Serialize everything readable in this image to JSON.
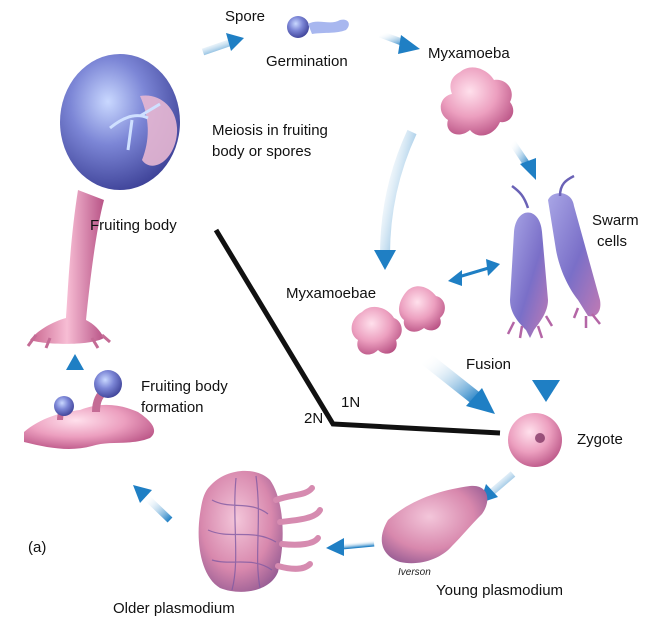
{
  "diagram": {
    "labels": {
      "spore": "Spore",
      "germination": "Germination",
      "myxamoeba": "Myxamoeba",
      "meiosis_line1": "Meiosis in fruiting",
      "meiosis_line2": "body or spores",
      "fruiting_body": "Fruiting body",
      "swarm_line1": "Swarm",
      "swarm_line2": "cells",
      "myxamoebae": "Myxamoebae",
      "fusion": "Fusion",
      "one_n": "1N",
      "two_n": "2N",
      "zygote": "Zygote",
      "fruiting_formation_line1": "Fruiting body",
      "fruiting_formation_line2": "formation",
      "panel_letter": "(a)",
      "young_plasmodium": "Young plasmodium",
      "older_plasmodium": "Older plasmodium"
    },
    "artist_signature": "Iverson",
    "colors": {
      "arrow": "#1f7fc4",
      "cell_blue": "#6f74c4",
      "cell_pink": "#e58bb0",
      "divider_line": "#111111"
    }
  }
}
